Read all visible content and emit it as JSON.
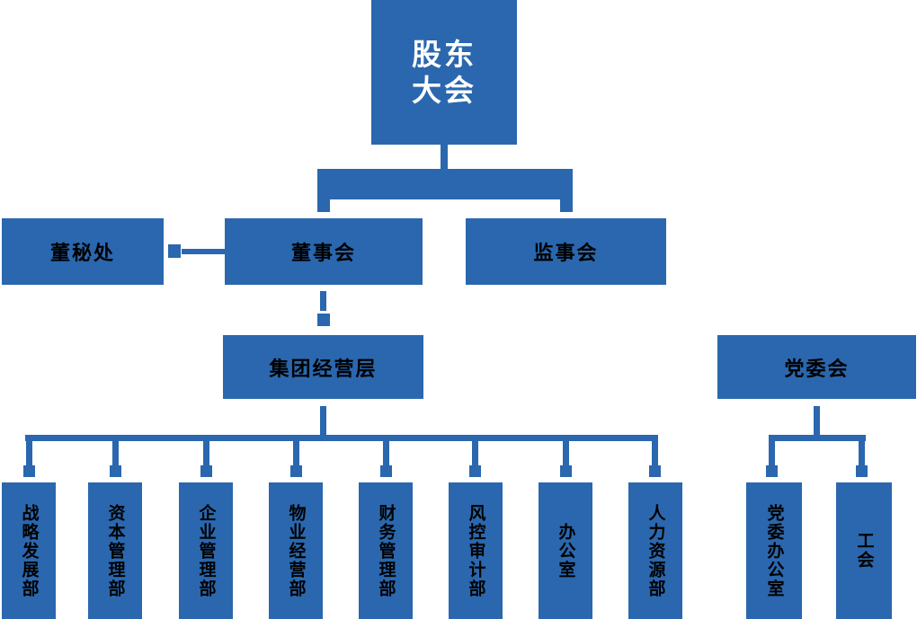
{
  "colors": {
    "primary": "#2A67AE",
    "root_text": "#FFFFFF",
    "box_text": "#000000",
    "background": "#FFFFFF"
  },
  "org_chart": {
    "root": {
      "label": "股东大会",
      "line1": "股东",
      "line2": "大会"
    },
    "level2": {
      "secretary_office": "董秘处",
      "board_of_directors": "董事会",
      "supervisory_board": "监事会"
    },
    "level3": {
      "group_management": "集团经营层",
      "party_committee": "党委会"
    },
    "departments": [
      "战略发展部",
      "资本管理部",
      "企业管理部",
      "物业经营部",
      "财务管理部",
      "风控审计部",
      "办公室",
      "人力资源部"
    ],
    "party_units": [
      "党委办公室",
      "工会"
    ]
  }
}
